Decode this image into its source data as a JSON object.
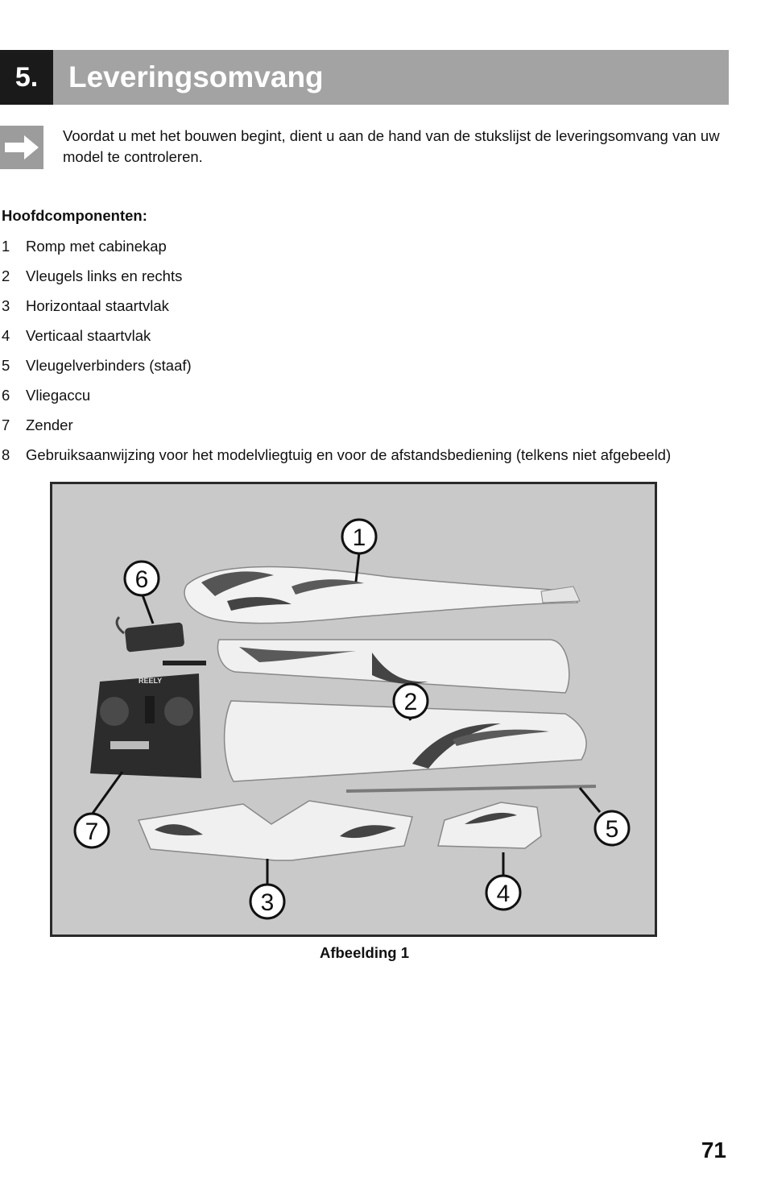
{
  "header": {
    "number": "5.",
    "title": "Leveringsomvang"
  },
  "intro": {
    "icon": "arrow-right-icon",
    "text": "Voordat u met het bouwen begint, dient u aan de hand van de stukslijst de leveringsomvang van uw model te controleren."
  },
  "components": {
    "heading": "Hoofdcomponenten:",
    "items": [
      {
        "num": "1",
        "label": "Romp met cabinekap"
      },
      {
        "num": "2",
        "label": "Vleugels links en rechts"
      },
      {
        "num": "3",
        "label": "Horizontaal staartvlak"
      },
      {
        "num": "4",
        "label": "Verticaal staartvlak"
      },
      {
        "num": "5",
        "label": "Vleugelverbinders (staaf)"
      },
      {
        "num": "6",
        "label": "Vliegaccu"
      },
      {
        "num": "7",
        "label": "Zender"
      },
      {
        "num": "8",
        "label": "Gebruiksaanwijzing voor het modelvliegtuig en voor de afstandsbediening (telkens niet afgebeeld)"
      }
    ]
  },
  "figure": {
    "callouts": {
      "c1": "1",
      "c2": "2",
      "c3": "3",
      "c4": "4",
      "c5": "5",
      "c6": "6",
      "c7": "7"
    },
    "transmitter_brand": "REELY",
    "caption": "Afbeelding 1"
  },
  "page_number": "71"
}
